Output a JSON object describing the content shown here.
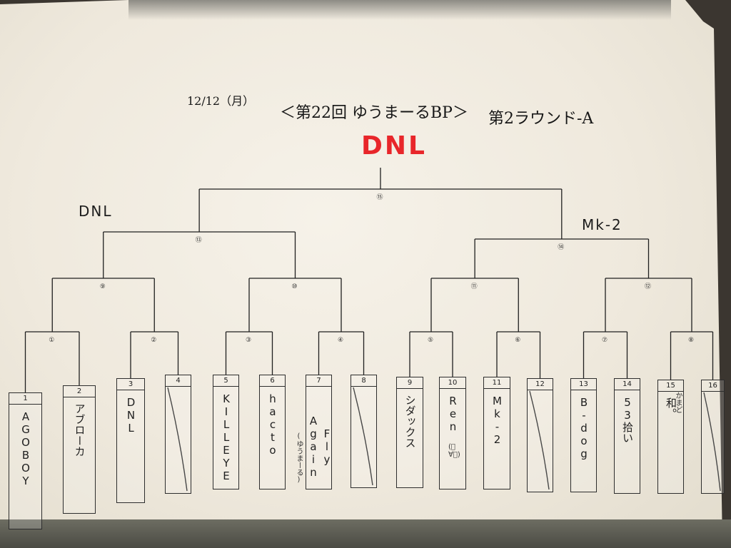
{
  "header": {
    "date": "12/12（月）",
    "event": "＜第22回 ゆうまーるBP＞",
    "round": "第2ラウンド-A"
  },
  "winner": "DNL",
  "semifinal_winners": {
    "left": "DNL",
    "right": "Mk-2"
  },
  "matches": [
    "①",
    "②",
    "③",
    "④",
    "⑤",
    "⑥",
    "⑦",
    "⑧",
    "⑨",
    "⑩",
    "⑪",
    "⑫",
    "⑬",
    "⑭",
    "⑮"
  ],
  "entries": [
    {
      "num": "1",
      "name": "AGOBOY"
    },
    {
      "num": "2",
      "name": "アブローカ"
    },
    {
      "num": "3",
      "name": "DNL"
    },
    {
      "num": "4",
      "name": ""
    },
    {
      "num": "5",
      "name": "KILLEYE"
    },
    {
      "num": "6",
      "name": "hacto"
    },
    {
      "num": "7",
      "name": "Fly Again",
      "note": "(ゆうまーる)"
    },
    {
      "num": "8",
      "name": ""
    },
    {
      "num": "9",
      "name": "シダックス"
    },
    {
      "num": "10",
      "name": "Ren",
      "note": "(ﾟ∀ﾟ)"
    },
    {
      "num": "11",
      "name": "Mk-2"
    },
    {
      "num": "12",
      "name": ""
    },
    {
      "num": "13",
      "name": "B-dog"
    },
    {
      "num": "14",
      "name": "53拾い"
    },
    {
      "num": "15",
      "name": "和。",
      "note": "かまど"
    },
    {
      "num": "16",
      "name": ""
    }
  ],
  "colors": {
    "paper": "#f3efe6",
    "ink": "#1c1c1c",
    "winner_red": "#e8262a"
  }
}
